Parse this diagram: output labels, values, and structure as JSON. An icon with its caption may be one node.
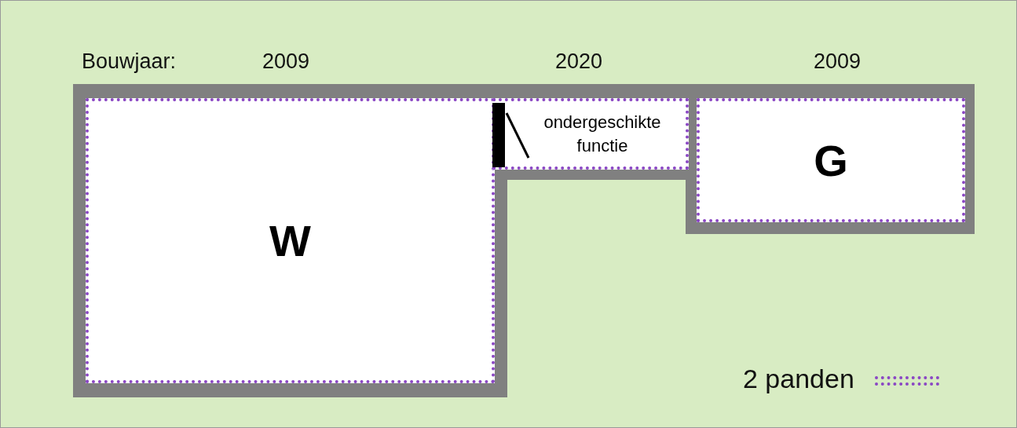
{
  "diagram": {
    "nodes": [
      {
        "text": [
          "W"
        ]
      },
      {
        "text": [
          "ondergeschikte functie"
        ]
      },
      {
        "text": [
          "G"
        ]
      }
    ],
    "labels": [
      "Bouwjaar:",
      "2009",
      "2020",
      "2009"
    ],
    "legend": [
      {
        "text": "2 panden"
      }
    ]
  }
}
